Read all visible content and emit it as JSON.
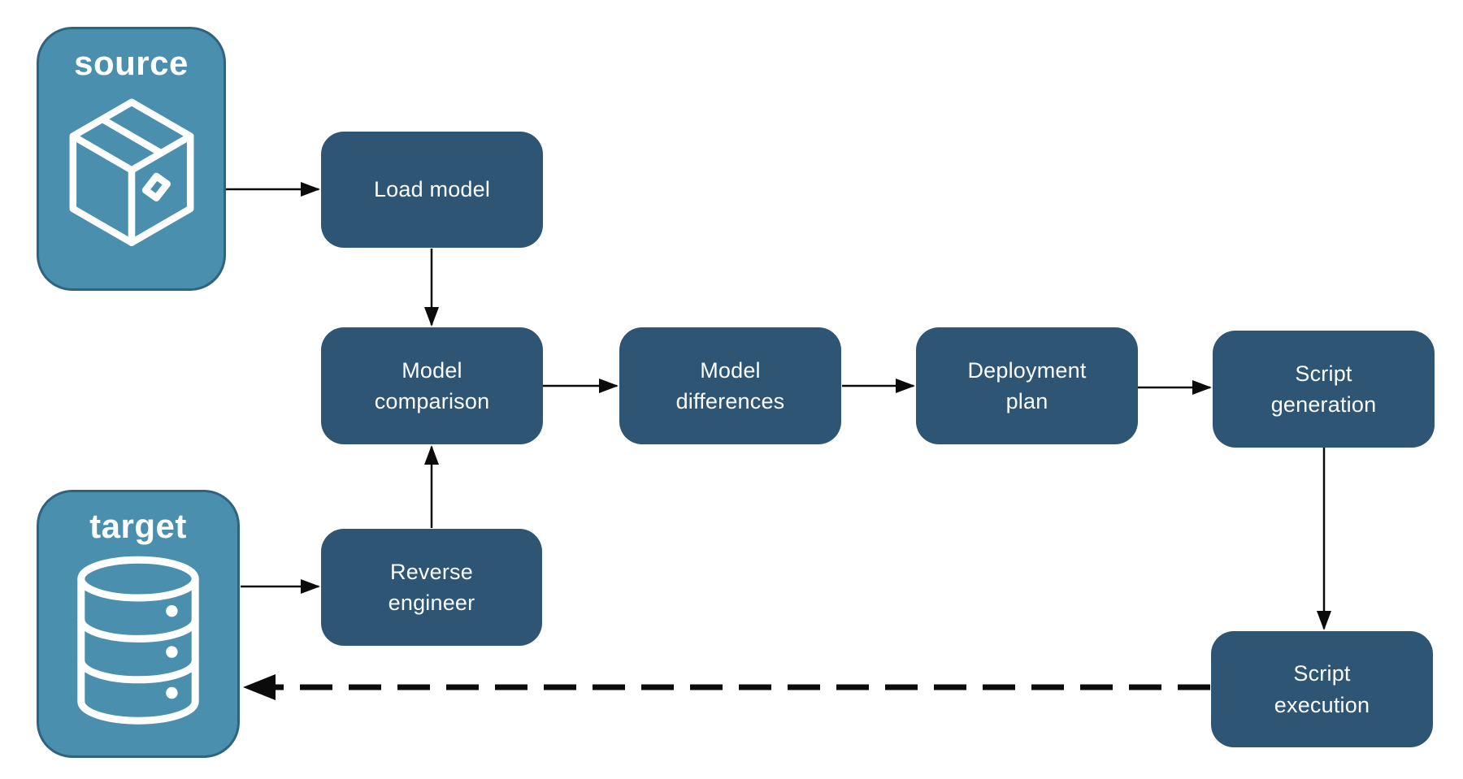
{
  "diagram": {
    "endpoints": [
      {
        "id": "source",
        "label": "source",
        "icon": "package-icon"
      },
      {
        "id": "target",
        "label": "target",
        "icon": "database-icon"
      }
    ],
    "nodes": [
      {
        "id": "load-model",
        "label": "Load model"
      },
      {
        "id": "model-comparison",
        "label": "Model comparison"
      },
      {
        "id": "model-differences",
        "label": "Model differences"
      },
      {
        "id": "deployment-plan",
        "label": "Deployment plan"
      },
      {
        "id": "script-generation",
        "label": "Script generation"
      },
      {
        "id": "reverse-engineer",
        "label": "Reverse engineer"
      },
      {
        "id": "script-execution",
        "label": "Script execution"
      }
    ],
    "edges": [
      {
        "from": "source",
        "to": "load-model",
        "style": "solid"
      },
      {
        "from": "load-model",
        "to": "model-comparison",
        "style": "solid"
      },
      {
        "from": "model-comparison",
        "to": "model-differences",
        "style": "solid"
      },
      {
        "from": "model-differences",
        "to": "deployment-plan",
        "style": "solid"
      },
      {
        "from": "deployment-plan",
        "to": "script-generation",
        "style": "solid"
      },
      {
        "from": "script-generation",
        "to": "script-execution",
        "style": "solid"
      },
      {
        "from": "target",
        "to": "reverse-engineer",
        "style": "solid"
      },
      {
        "from": "reverse-engineer",
        "to": "model-comparison",
        "style": "solid"
      },
      {
        "from": "script-execution",
        "to": "target",
        "style": "dashed"
      }
    ],
    "colors": {
      "node_fill": "#2E5674",
      "node_text": "#FAFCFD",
      "endpoint_fill": "#4A8FAE",
      "endpoint_border": "#2F637E",
      "endpoint_text": "#FFFFFF",
      "arrow": "#0B0B0B",
      "background": "#FFFFFF"
    }
  }
}
